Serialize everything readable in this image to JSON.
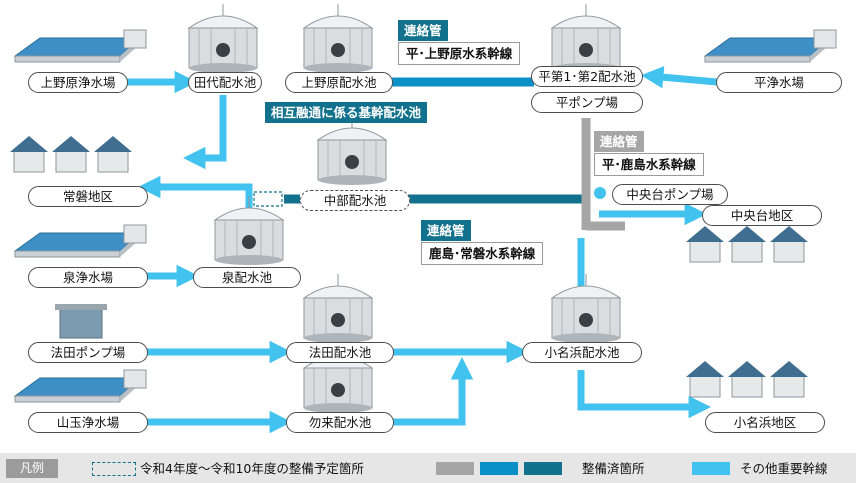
{
  "colors": {
    "background": "#ffffff",
    "main_line_other": "#41c2ef",
    "main_line_done_dark": "#12718c",
    "main_line_done_blue": "#0b8fc7",
    "main_line_done_gray": "#a6a6a6",
    "tag_bg": "#12718c",
    "tag_gray_bg": "#a6a6a6",
    "legend_bg": "#e6e6e6"
  },
  "facilities": {
    "uenohara_plant": "上野原浄水場",
    "tashiro_reservoir": "田代配水池",
    "uenohara_reservoir": "上野原配水池",
    "taira12_reservoir": "平第1･第2配水池",
    "taira_pump": "平ポンプ場",
    "taira_plant": "平浄水場",
    "joban_district": "常磐地区",
    "chubu_reservoir": "中部配水池",
    "chuodai_pump": "中央台ポンプ場",
    "chuodai_district": "中央台地区",
    "izumi_plant": "泉浄水場",
    "izumi_reservoir": "泉配水池",
    "hoda_pump": "法田ポンプ場",
    "hoda_reservoir": "法田配水池",
    "onahama_reservoir": "小名浜配水池",
    "yamatama_plant": "山玉浄水場",
    "nakuru_reservoir": "勿来配水池",
    "onahama_district": "小名浜地区"
  },
  "tags": {
    "link_pipe_1": "連絡管",
    "link_pipe_1_name": "平･上野原水系幹線",
    "mutual_reservoir": "相互融通に係る基幹配水池",
    "link_pipe_2": "連絡管",
    "link_pipe_2_name": "平･鹿島水系幹線",
    "link_pipe_3": "連絡管",
    "link_pipe_3_name": "鹿島･常磐水系幹線"
  },
  "legend": {
    "title": "凡例",
    "planned": "令和4年度～令和10年度の整備予定箇所",
    "completed": "整備済箇所",
    "other_main": "その他重要幹線"
  }
}
